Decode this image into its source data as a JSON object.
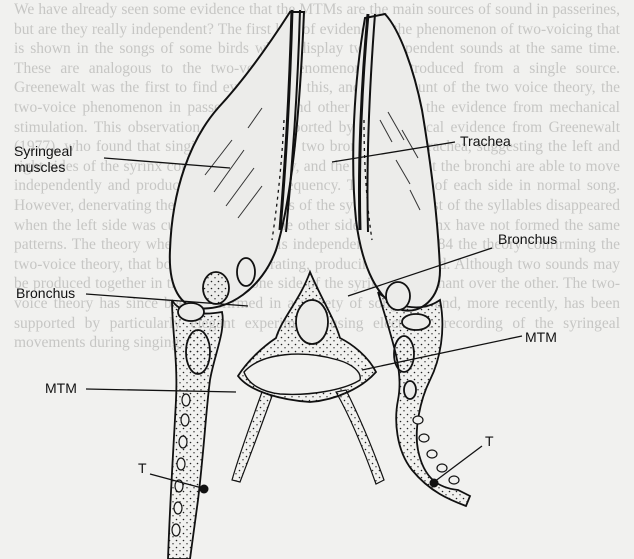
{
  "background_text": "We have already seen some evidence that the MTMs are the main sources of sound in passerines, but are they really independent? The first line of evidence is the phenomenon of two-voicing that is shown in the songs of some birds which display two independent sounds at the same time. These are analogous to the two-voice phenomenon, as introduced from a single source. Greenewalt was the first to find evidence for this, and his account of the two voice theory, the two-voice phenomenon in passerine birds and other birds, and the evidence from mechanical stimulation. This observation was later supported by physiological evidence from Greenewalt (1977), who found that singing birds use the two bronchi in the trachea, suggesting the left and right sides of the syrinx contribute separately, and the evidence that the bronchi are able to move independently and produce notes at any frequency. The function of each side in normal song. However, denervating the left and right sides of the syrinx, and most of the syllables disappeared when the left side was cut, showing that the other sides of the syrinx have not formed the same patterns. The theory where the right side is independent, and in 1984 the theory confirming the two-voice theory, that both sides are operating, producing one sound. Although two sounds may be produced together in the song, the one side of the syrinx is dominant over the other. The two-voice theory has since been confirmed in a variety of songbirds and, more recently, has been supported by particularly elegant experiments using electronic recording of the syringeal movements during singing.",
  "labels": {
    "syringeal_muscles": "Syringeal\nmuscles",
    "trachea": "Trachea",
    "bronchus_right": "Bronchus",
    "bronchus_left": "Bronchus",
    "mtm_right": "MTM",
    "mtm_left": "MTM",
    "t_left": "T",
    "t_right": "T"
  },
  "colors": {
    "ink": "#111111",
    "paper": "#f1f1ef",
    "background_text": "#c6c6c4",
    "fill": "#ececea"
  }
}
